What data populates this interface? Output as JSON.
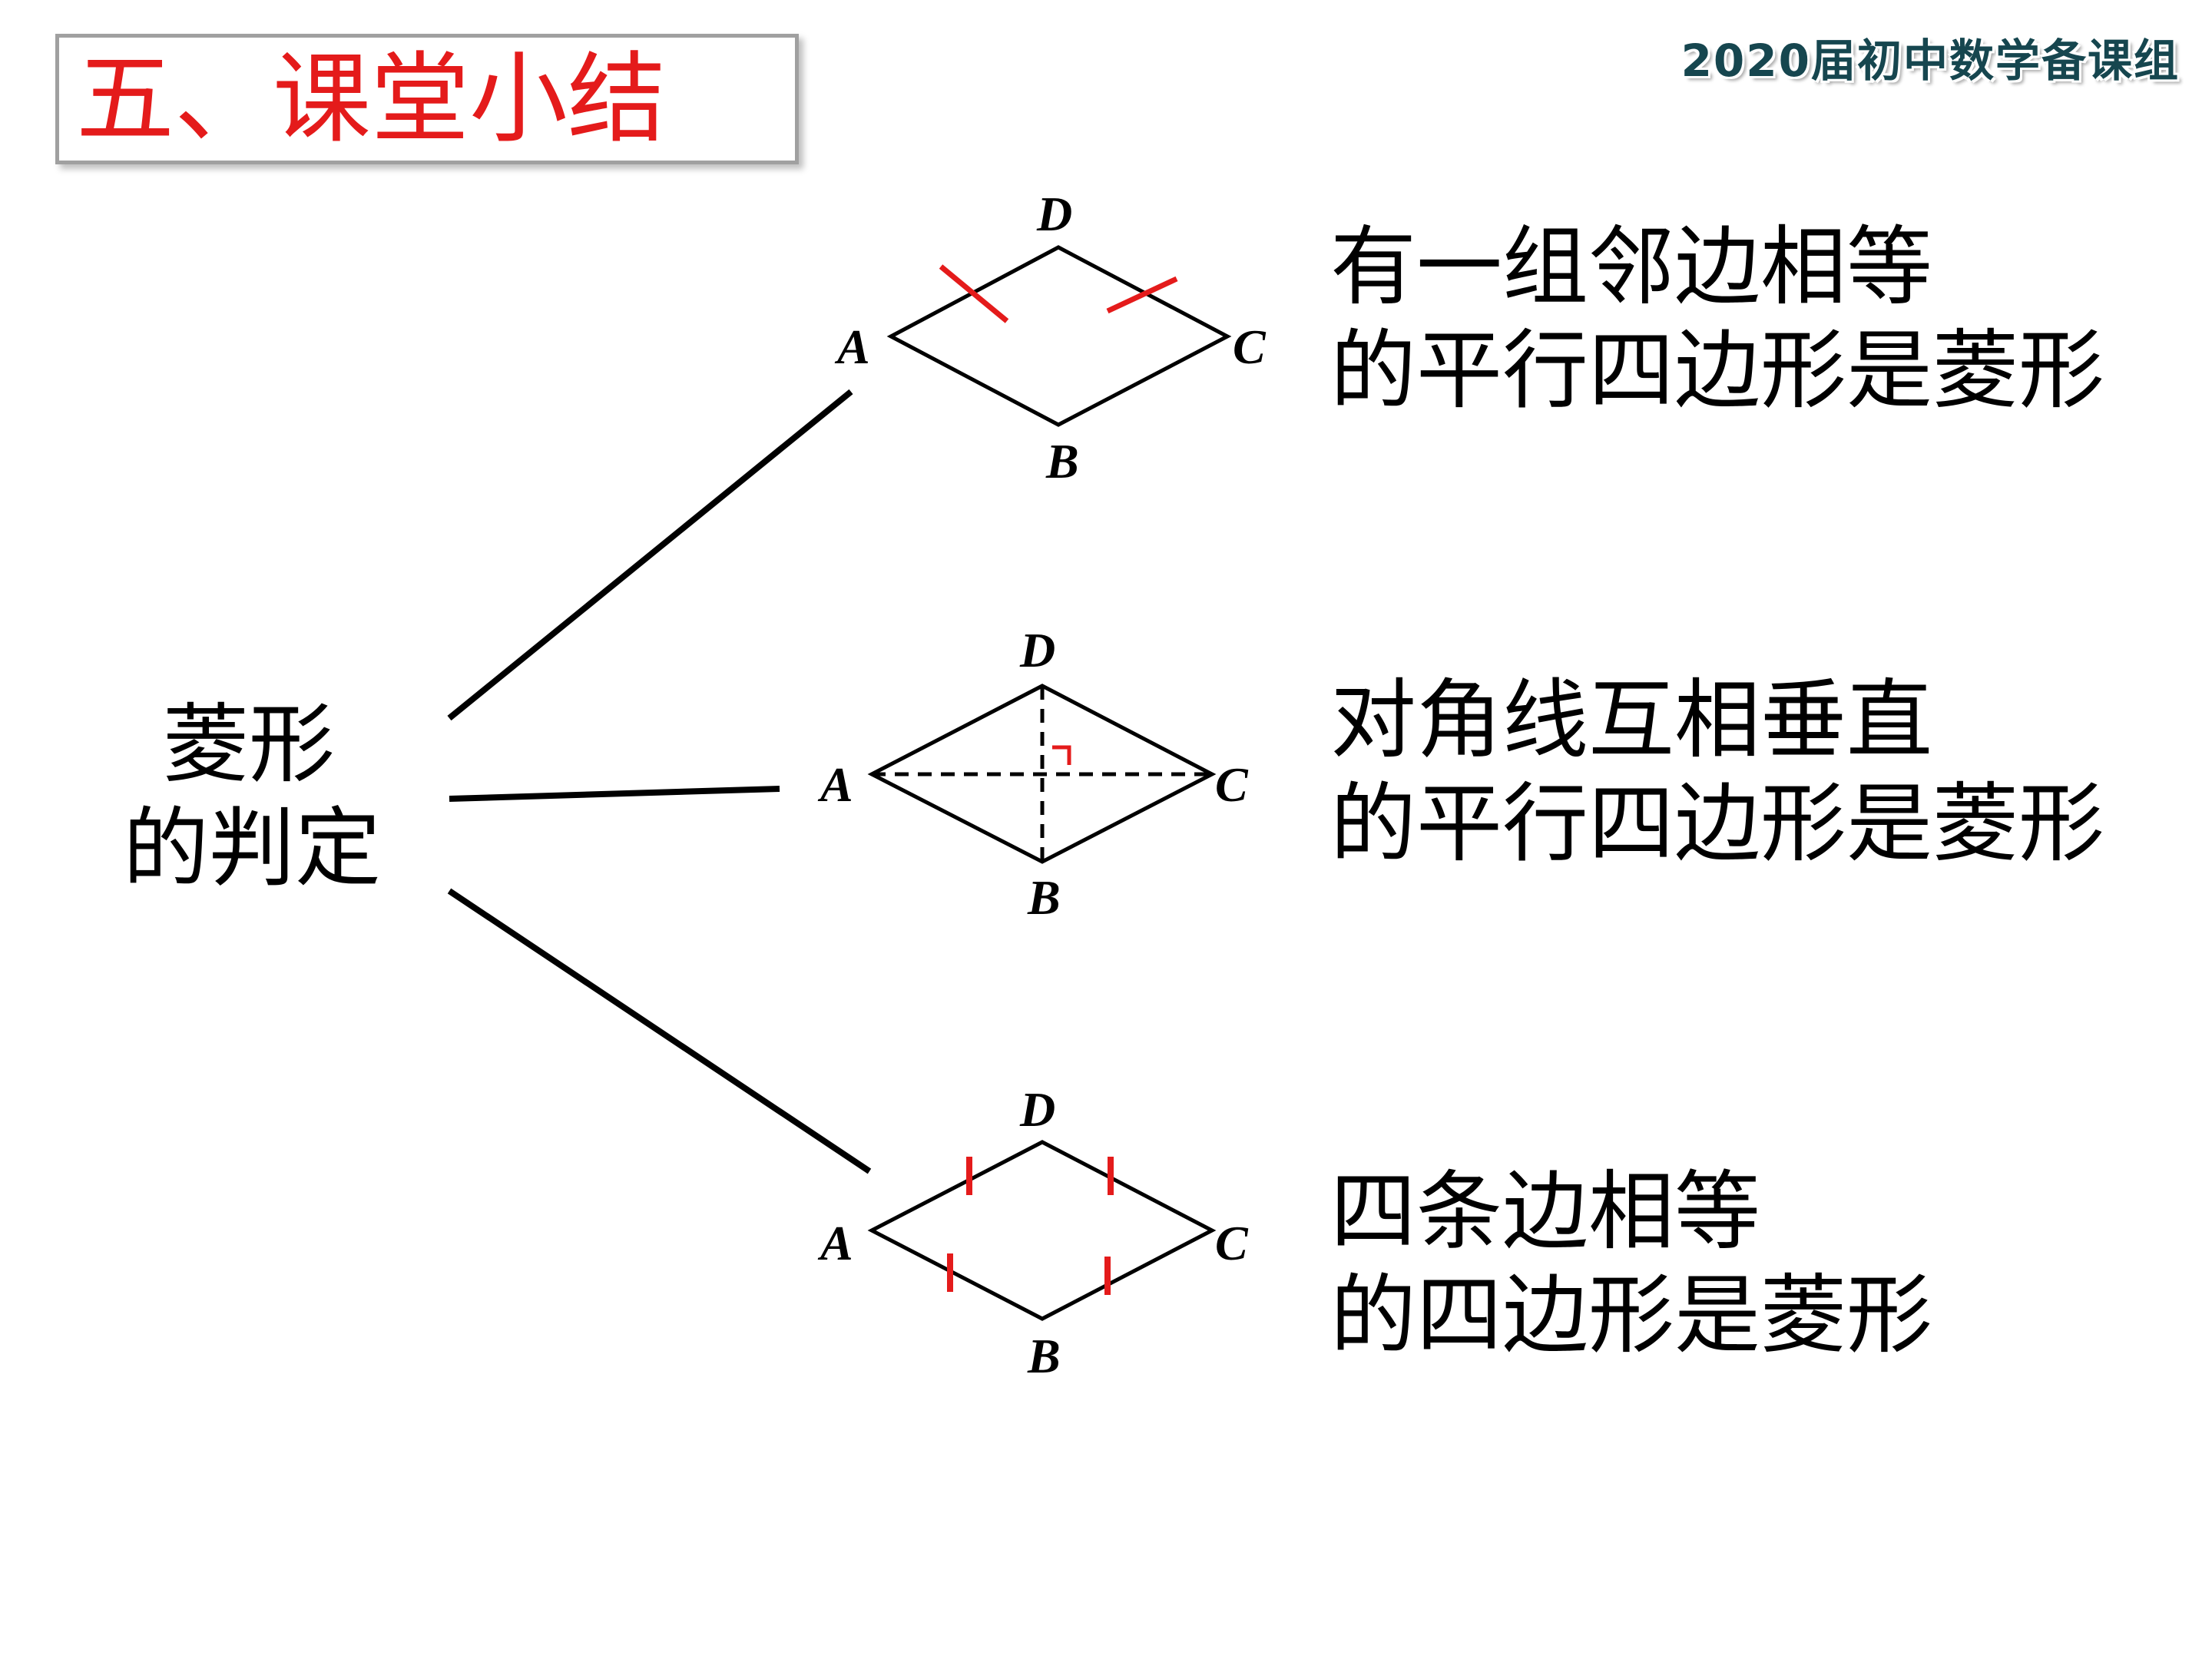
{
  "title": "五、课堂小结",
  "watermark": "2020届初中数学备课组",
  "root": {
    "line1": "菱形",
    "line2": "的判定"
  },
  "rules": [
    {
      "line1": "有一组邻边相等",
      "line2": "的平行四边形是菱形",
      "vertices": {
        "A": "A",
        "B": "B",
        "C": "C",
        "D": "D"
      }
    },
    {
      "line1": "对角线互相垂直",
      "line2": "的平行四边形是菱形",
      "vertices": {
        "A": "A",
        "B": "B",
        "C": "C",
        "D": "D"
      }
    },
    {
      "line1": "四条边相等",
      "line2": "的四边形是菱形",
      "vertices": {
        "A": "A",
        "B": "B",
        "C": "C",
        "D": "D"
      }
    }
  ],
  "colors": {
    "title": "#e41b1b",
    "tick_marks": "#e41b1b",
    "lines": "#000000",
    "watermark": "#16464f"
  }
}
